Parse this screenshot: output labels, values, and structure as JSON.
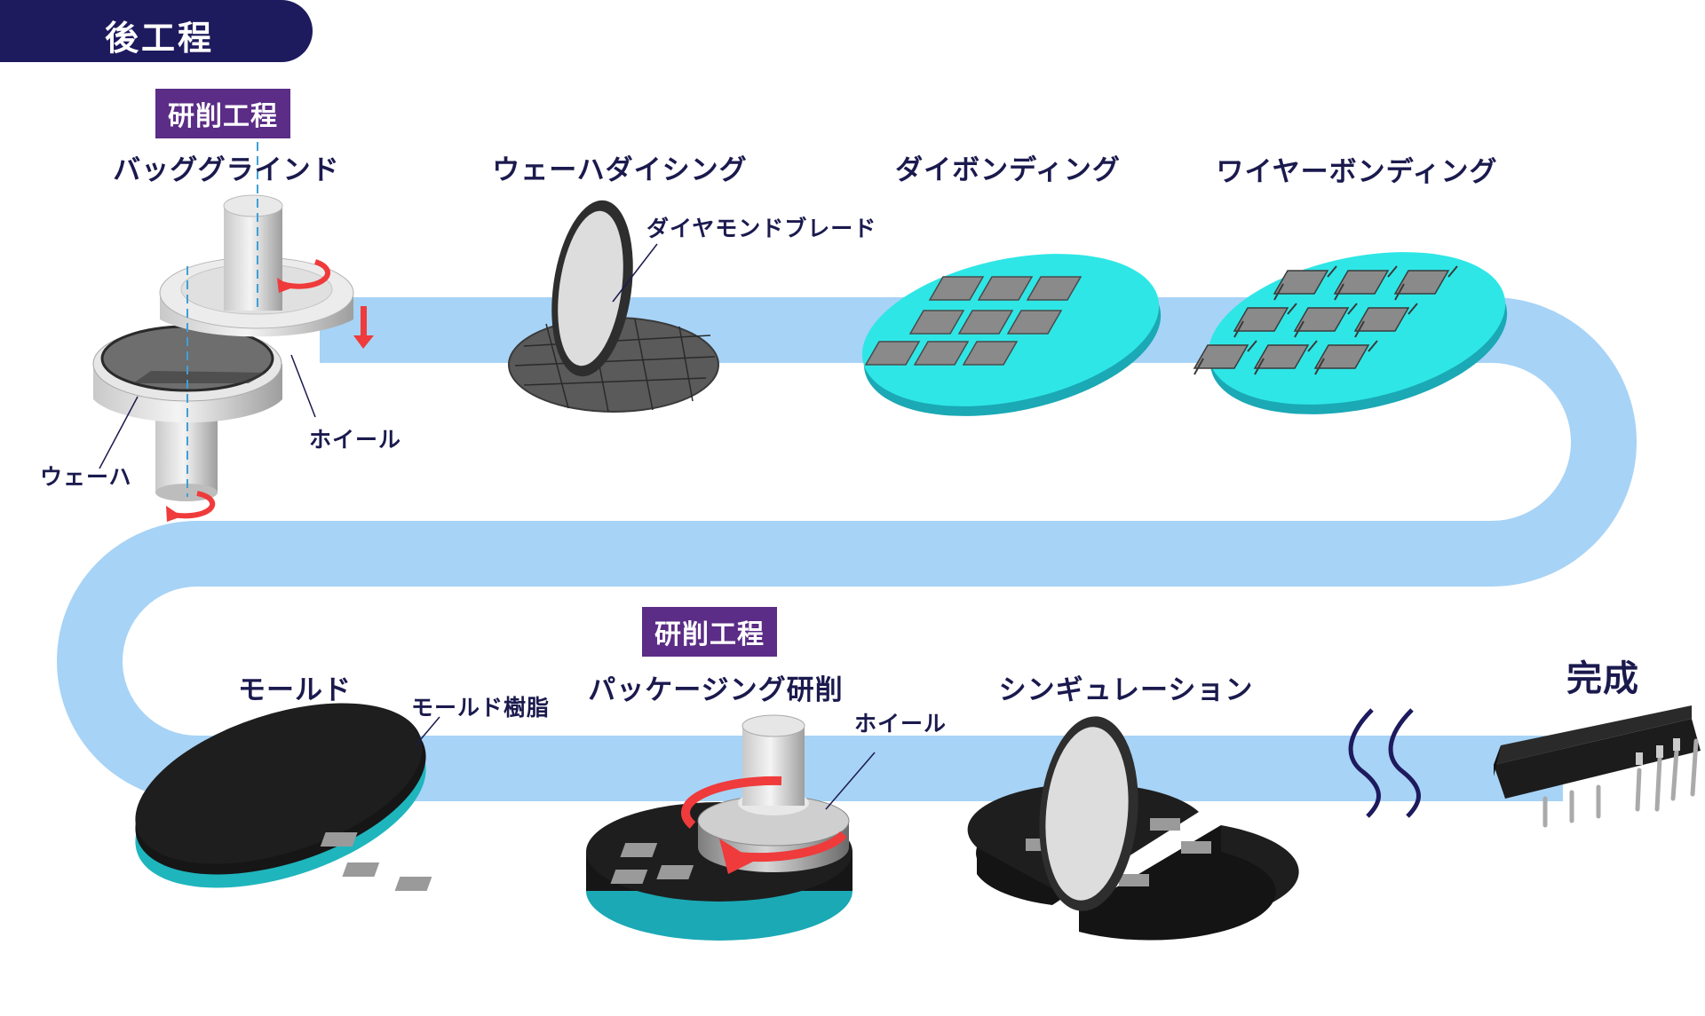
{
  "header": {
    "title": "後工程"
  },
  "tags": {
    "grinding_1": "研削工程",
    "grinding_2": "研削工程"
  },
  "steps": {
    "back_grind": "バッググラインド",
    "dicing": "ウェーハダイシング",
    "die_bond": "ダイボンディング",
    "wire_bond": "ワイヤーボンディング",
    "mold": "モールド",
    "package_grind": "パッケージング研削",
    "singulation": "シンギュレーション",
    "complete": "完成"
  },
  "callouts": {
    "wafer": "ウェーハ",
    "wheel_1": "ホイール",
    "blade": "ダイヤモンドブレード",
    "mold_resin": "モールド樹脂",
    "wheel_2": "ホイール"
  },
  "colors": {
    "banner": "#1e1a5e",
    "tag": "#5b2d86",
    "label": "#1b1a4e",
    "flow_path": "#a7d3f6",
    "arrow": "#ef3b3b",
    "teal": "#2fe6e6",
    "chip": "#8a8a8a"
  }
}
